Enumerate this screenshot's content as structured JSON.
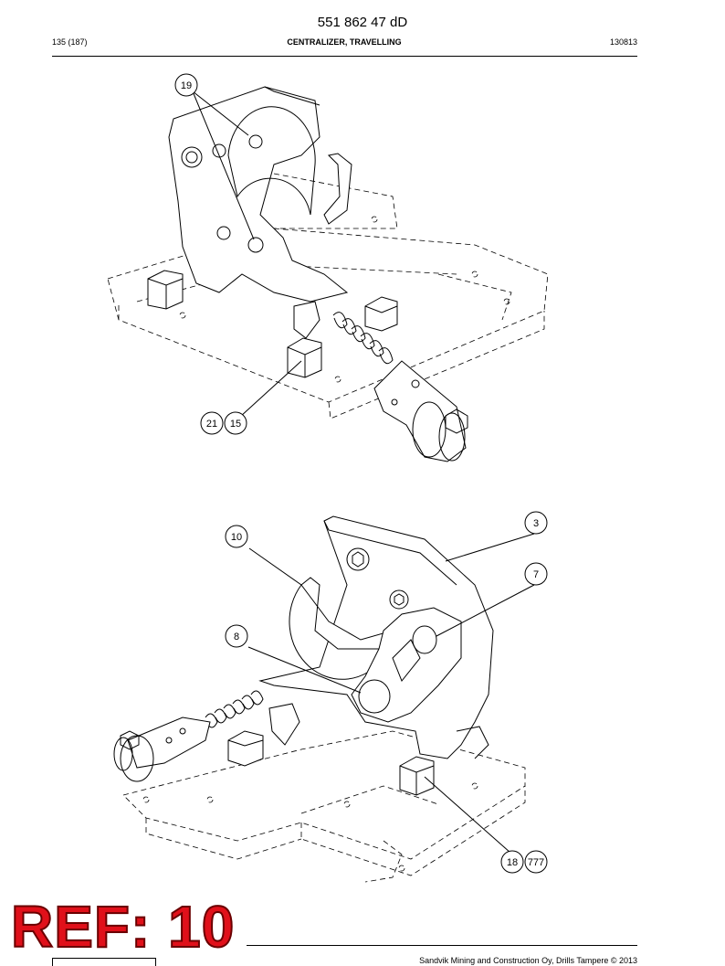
{
  "header": {
    "doc_number": "551 862 47 dD",
    "page": "135 (187)",
    "title": "CENTRALIZER, TRAVELLING",
    "date_code": "130813"
  },
  "callouts": [
    {
      "id": "c19",
      "label": "19"
    },
    {
      "id": "c21",
      "label": "21"
    },
    {
      "id": "c15",
      "label": "15"
    },
    {
      "id": "c3",
      "label": "3"
    },
    {
      "id": "c10",
      "label": "10"
    },
    {
      "id": "c7",
      "label": "7"
    },
    {
      "id": "c8",
      "label": "8"
    },
    {
      "id": "c18",
      "label": "18"
    },
    {
      "id": "c777",
      "label": "777"
    }
  ],
  "stamp": {
    "text": "REF: 10",
    "color": "#e0101a"
  },
  "footer": {
    "copyright": "Sandvik Mining and Construction Oy, Drills Tampere © 2013"
  }
}
